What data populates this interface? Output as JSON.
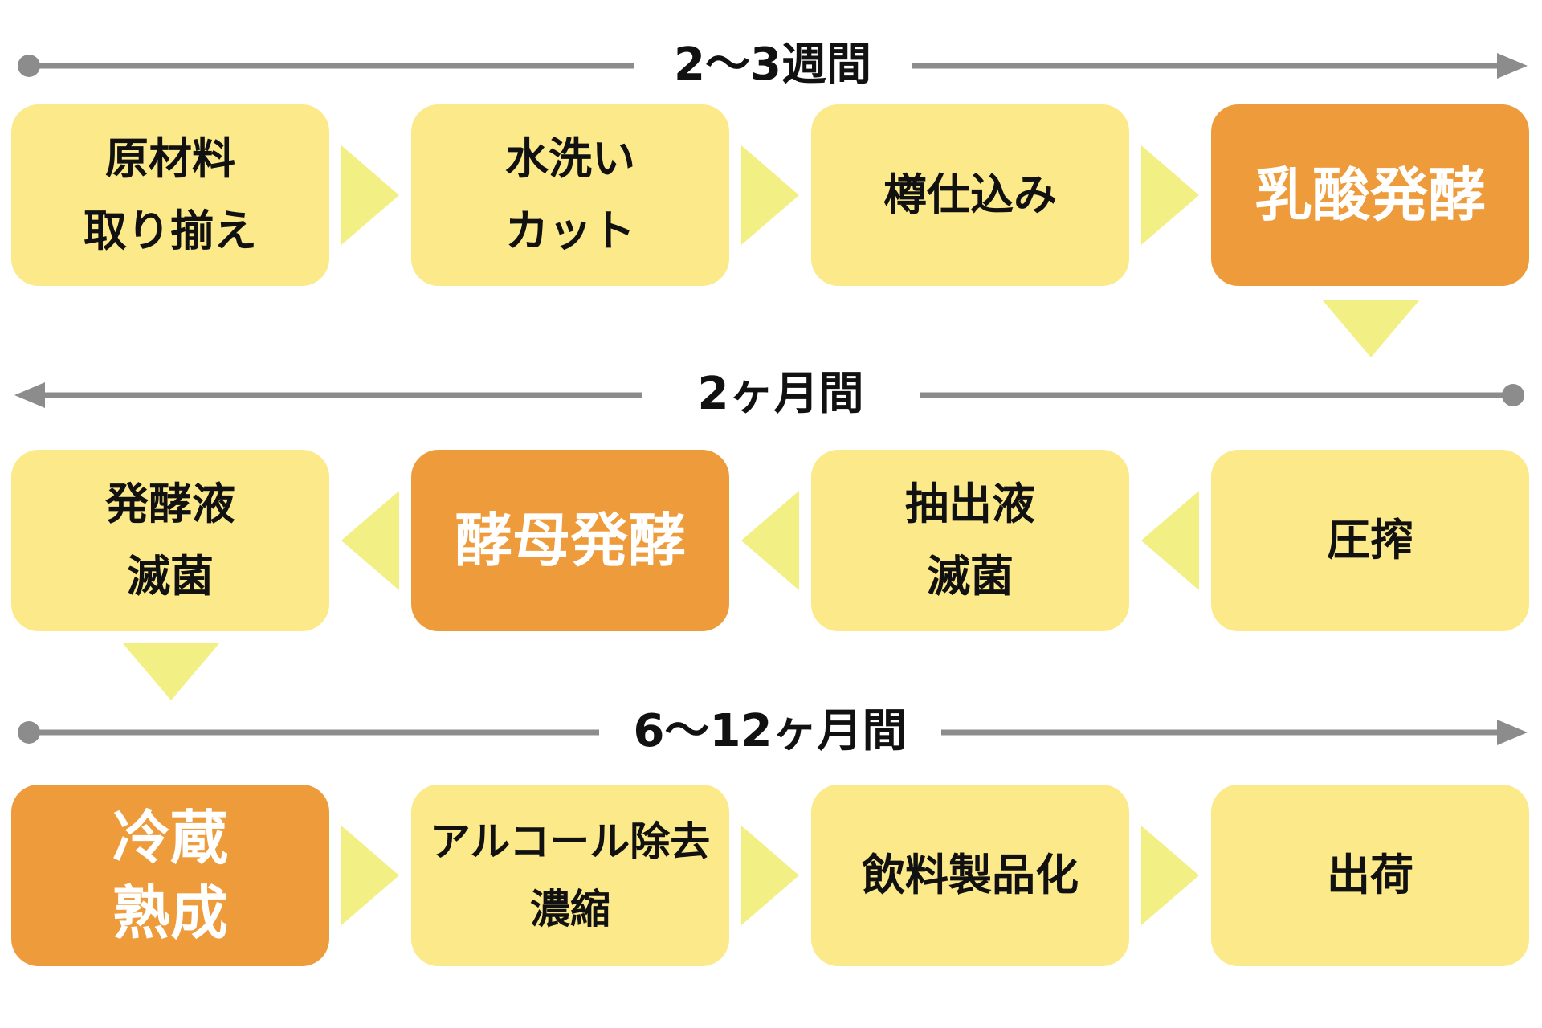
{
  "colors": {
    "box_light": "#fce98a",
    "box_highlight": "#ee9c3b",
    "connector": "#f2ef84",
    "timeline": "#8c8c8c"
  },
  "rows": [
    {
      "duration": "2〜3週間",
      "direction": "left-to-right",
      "steps": [
        {
          "label": "原材料\n取り揃え",
          "highlight": false
        },
        {
          "label": "水洗い\nカット",
          "highlight": false
        },
        {
          "label": "樽仕込み",
          "highlight": false
        },
        {
          "label": "乳酸発酵",
          "highlight": true
        }
      ]
    },
    {
      "duration": "2ヶ月間",
      "direction": "right-to-left",
      "steps": [
        {
          "label": "発酵液\n滅菌",
          "highlight": false
        },
        {
          "label": "酵母発酵",
          "highlight": true
        },
        {
          "label": "抽出液\n滅菌",
          "highlight": false
        },
        {
          "label": "圧搾",
          "highlight": false
        }
      ]
    },
    {
      "duration": "6〜12ヶ月間",
      "direction": "left-to-right",
      "steps": [
        {
          "label": "冷蔵\n熟成",
          "highlight": true
        },
        {
          "label": "アルコール除去\n濃縮",
          "highlight": false
        },
        {
          "label": "飲料製品化",
          "highlight": false
        },
        {
          "label": "出荷",
          "highlight": false
        }
      ]
    }
  ]
}
